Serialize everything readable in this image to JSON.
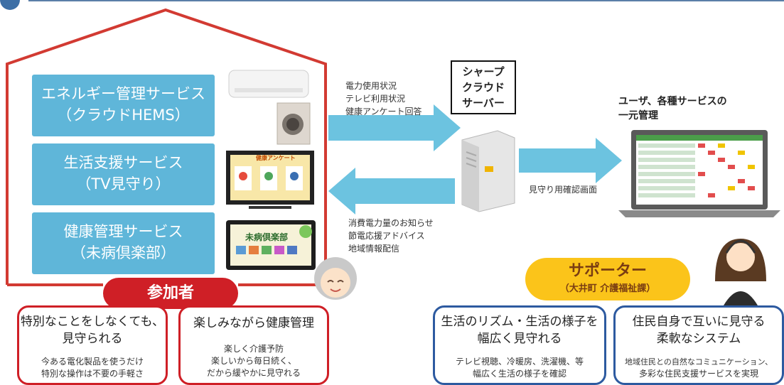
{
  "colors": {
    "house_outline": "#d23a32",
    "service_box": "#5fb6d9",
    "arrow": "#6cc3e0",
    "participant_red": "#cf1f26",
    "supporter_yellow": "#fbc41a",
    "supporter_text": "#7a3d12",
    "card_blue": "#2d5aa0"
  },
  "services": [
    {
      "line1": "エネルギー管理サービス",
      "line2": "（クラウドHEMS）"
    },
    {
      "line1": "生活支援サービス",
      "line2": "（TV見守り）"
    },
    {
      "line1": "健康管理サービス",
      "line2": "（未病倶楽部）"
    }
  ],
  "devices": {
    "tv_screen_title": "健康アンケート",
    "tablet_screen_title": "未病倶楽部"
  },
  "upload_labels": [
    "電力使用状況",
    "テレビ利用状況",
    "健康アンケート回答"
  ],
  "download_labels": [
    "消費電力量のお知らせ",
    "節電応援アドバイス",
    "地域情報配信"
  ],
  "server": {
    "lines": [
      "シャープ",
      "クラウド",
      "サーバー"
    ]
  },
  "monitor_label": "見守り用確認画面",
  "management": {
    "line1": "ユーザ、各種サービスの",
    "line2": "一元管理"
  },
  "participant": {
    "label": "参加者"
  },
  "supporter": {
    "label": "サポーター",
    "sub": "（大井町 介護福祉課）"
  },
  "cards": [
    {
      "h1": "特別なことをしなくても、",
      "h2": "見守られる",
      "s1": "今ある電化製品を使うだけ",
      "s2": "特別な操作は不要の手軽さ"
    },
    {
      "h1": "楽しみながら健康管理",
      "h2": "",
      "s1": "楽しく介護予防",
      "s2": "楽しいから毎日続く、",
      "s3": "だから緩やかに見守れる"
    },
    {
      "h1": "生活のリズム・生活の様子を",
      "h2": "幅広く見守れる",
      "s1": "テレビ視聴、冷暖房、洗濯機、等",
      "s2": "幅広く生活の様子を確認"
    },
    {
      "h1": "住民自身で互いに見守る",
      "h2": "柔軟なシステム",
      "s1": "地域住民との自然なコミュニケーション、",
      "s2": "多彩な住民支援サービスを実現"
    }
  ]
}
